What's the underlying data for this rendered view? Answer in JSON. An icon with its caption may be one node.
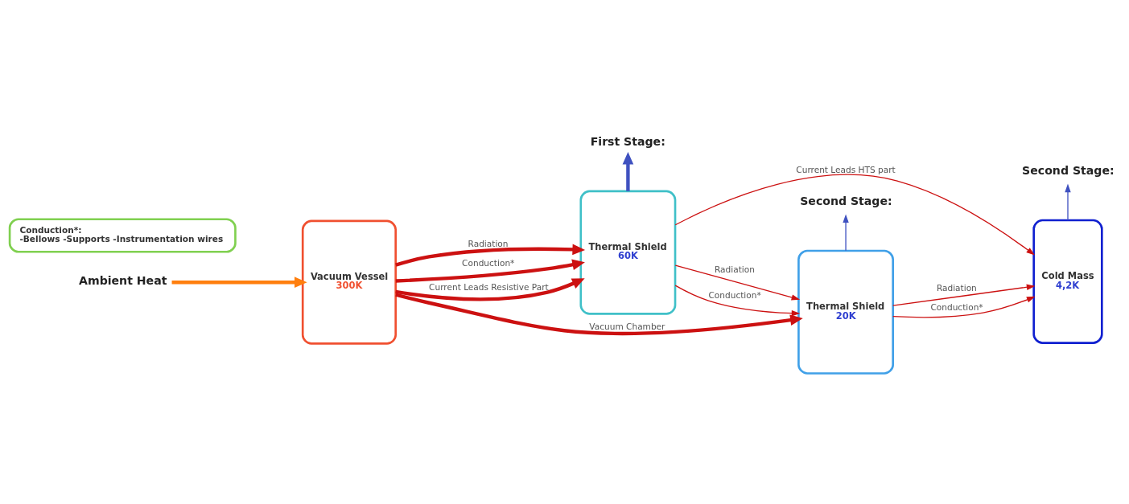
{
  "diagram": {
    "nodes": [
      {
        "text": [
          "Ambient Heat"
        ]
      },
      {
        "text": [
          "Vacuum Vessel",
          "300K"
        ]
      },
      {
        "text": [
          "Thermal Shield",
          "60K"
        ]
      },
      {
        "text": [
          "Thermal Shield",
          "20K"
        ]
      },
      {
        "text": [
          "Cold Mass",
          "4,2K"
        ]
      },
      {
        "text": [
          "First Stage:"
        ]
      },
      {
        "text": [
          "Second Stage:"
        ]
      },
      {
        "text": [
          "Second Stage:"
        ]
      },
      {
        "text": [
          "Conduction*:",
          "-Bellows -Supports -Instrumentation wires"
        ]
      }
    ],
    "edges": [
      {
        "from": 0,
        "to": 1,
        "arrow": "to",
        "style": "thick",
        "color": "#ff7f0e"
      },
      {
        "from": 1,
        "to": 2,
        "arrow": "to",
        "label": "Radiation",
        "style": "thick"
      },
      {
        "from": 1,
        "to": 2,
        "arrow": "to",
        "label": "Conduction*",
        "style": "thick"
      },
      {
        "from": 1,
        "to": 2,
        "arrow": "to",
        "label": "Current Leads Resistive Part",
        "style": "thick"
      },
      {
        "from": 2,
        "to": 3,
        "arrow": "to",
        "label": "Radiation"
      },
      {
        "from": 2,
        "to": 3,
        "arrow": "to",
        "label": "Conduction*"
      },
      {
        "from": 3,
        "to": 4,
        "arrow": "to",
        "label": "Radiation"
      },
      {
        "from": 3,
        "to": 4,
        "arrow": "to",
        "label": "Conduction*"
      },
      {
        "from": 1,
        "to": 3,
        "arrow": "to",
        "label": "Vacuum Chamber",
        "style": "thick"
      },
      {
        "from": 2,
        "to": 4,
        "arrow": "to",
        "label": "Current Leads HTS part"
      },
      {
        "from": 2,
        "to": 5,
        "arrow": "to",
        "style": "thick",
        "color": "#3f51c0"
      },
      {
        "from": 3,
        "to": 6,
        "arrow": "to",
        "color": "#3f51c0"
      },
      {
        "from": 4,
        "to": 7,
        "arrow": "to",
        "color": "#3f51c0"
      }
    ]
  }
}
